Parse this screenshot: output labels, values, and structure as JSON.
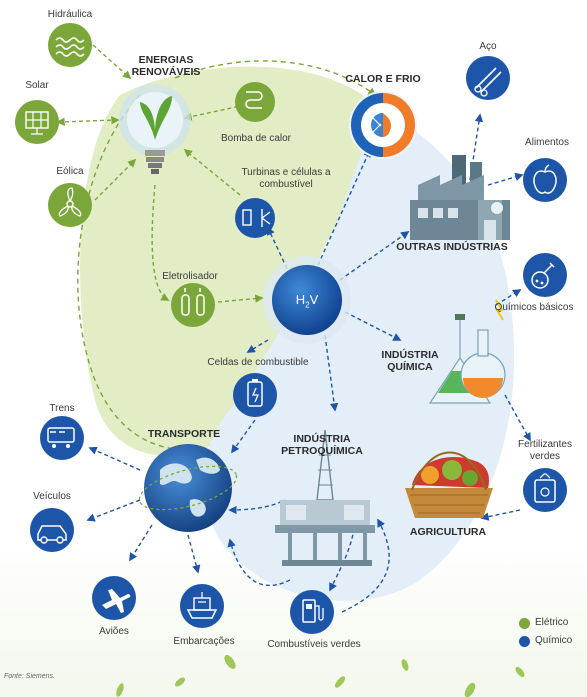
{
  "colors": {
    "eletrico": "#7ba63a",
    "quimico": "#1d55a8",
    "green_zone": "#e2edc6",
    "blue_zone": "#e3eef8"
  },
  "titles": {
    "energias_renovaveis": [
      "ENERGIAS",
      "RENOVÁVEIS"
    ],
    "calor_frio": "CALOR E FRIO",
    "outras_industrias": "OUTRAS INDÚSTRIAS",
    "industria_quimica": [
      "INDÚSTRIA",
      "QUÍMICA"
    ],
    "industria_petroquimica": [
      "INDÚSTRIA",
      "PETROQUÍMICA"
    ],
    "transporte": "TRANSPORTE",
    "agricultura": "AGRICULTURA"
  },
  "labels": {
    "hidraulica": "Hidráulica",
    "solar": "Solar",
    "eolica": "Eólica",
    "bomba_calor": "Bomba de calor",
    "turbinas": [
      "Turbinas e células a",
      "combustível"
    ],
    "eletrolisador": "Eletrolisador",
    "celdas": "Celdas de combustible",
    "aco": "Aço",
    "alimentos": "Alimentos",
    "quimicos_basicos": "Químicos básicos",
    "fertilizantes": [
      "Fertilizantes",
      "verdes"
    ],
    "trens": "Trens",
    "veiculos": "Veículos",
    "avioes": "Aviões",
    "embarcacoes": "Embarcações",
    "combustiveis_verdes": "Combustíveis verdes"
  },
  "center": {
    "base": "H",
    "sub": "2",
    "tail": "V"
  },
  "icons": {
    "hidraulica": "water-waves-icon",
    "solar": "solar-panel-icon",
    "eolica": "wind-turbine-icon",
    "bomba_calor": "heat-pump-icon",
    "turbinas": "turbine-fuel-cell-icon",
    "eletrolisador": "electrolyzer-icon",
    "celdas": "battery-icon",
    "aco": "steel-rods-icon",
    "alimentos": "apple-icon",
    "quimicos_basicos": "flask-icon",
    "fertilizantes": "fertilizer-bag-icon",
    "trens": "train-icon",
    "veiculos": "car-icon",
    "avioes": "airplane-icon",
    "embarcacoes": "ship-icon",
    "combustiveis_verdes": "fuel-pump-icon"
  },
  "legend": [
    {
      "label": "Elétrico",
      "color": "#7ba63a"
    },
    {
      "label": "Químico",
      "color": "#1d55a8"
    }
  ],
  "source": "Fonte: Siemens."
}
